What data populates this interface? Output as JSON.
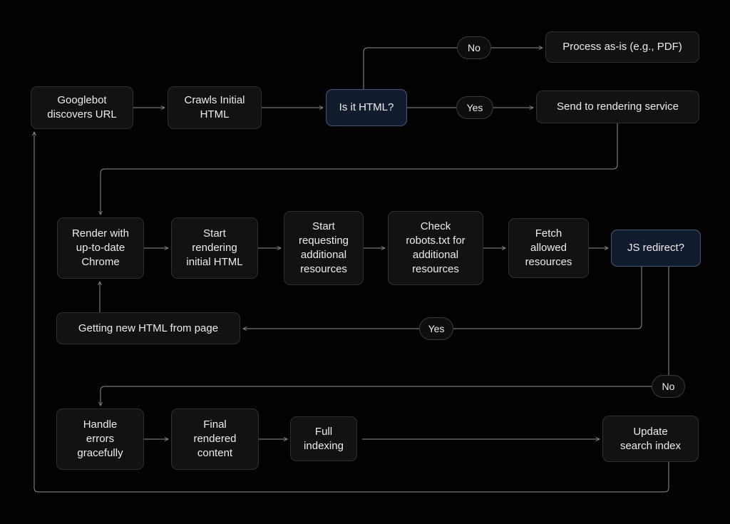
{
  "nodes": {
    "googlebot": {
      "label": "Googlebot\ndiscovers URL"
    },
    "crawls_initial": {
      "label": "Crawls Initial\nHTML"
    },
    "is_it_html": {
      "label": "Is it HTML?"
    },
    "process_as_is": {
      "label": "Process as-is (e.g., PDF)"
    },
    "send_to_rendering": {
      "label": "Send to rendering service"
    },
    "render_chrome": {
      "label": "Render with\nup-to-date\nChrome"
    },
    "start_rendering": {
      "label": "Start\nrendering\ninitial HTML"
    },
    "start_requesting": {
      "label": "Start\nrequesting\nadditional\nresources"
    },
    "check_robots": {
      "label": "Check\nrobots.txt for\nadditional\nresources"
    },
    "fetch_allowed": {
      "label": "Fetch\nallowed\nresources"
    },
    "js_redirect": {
      "label": "JS redirect?"
    },
    "getting_new_html": {
      "label": "Getting new HTML from page"
    },
    "handle_errors": {
      "label": "Handle\nerrors\ngracefully"
    },
    "final_rendered": {
      "label": "Final\nrendered\ncontent"
    },
    "full_indexing": {
      "label": "Full\nindexing"
    },
    "update_search_index": {
      "label": "Update\nsearch index"
    }
  },
  "edge_labels": {
    "not_html": "No",
    "is_html": "Yes",
    "js_redirect_yes": "Yes",
    "js_redirect_no": "No"
  },
  "colors": {
    "background": "#020202",
    "node_fill": "#121212",
    "node_border": "#2f2f2f",
    "decision_fill": "#131c2e",
    "decision_border": "#46587a",
    "connector": "#8f8f8f",
    "text": "#ededed"
  }
}
